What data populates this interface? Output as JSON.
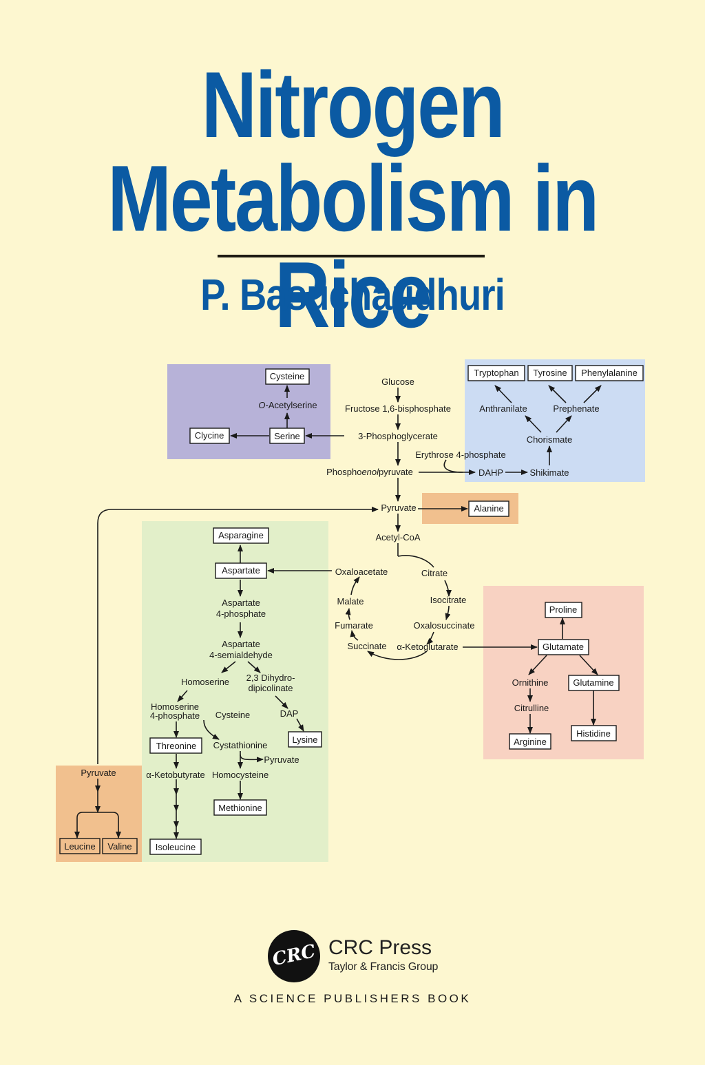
{
  "cover": {
    "title_line1": "Nitrogen",
    "title_line2": "Metabolism in Rice",
    "author": "P. Basuchaudhuri",
    "colors": {
      "title": "#0b5aa3",
      "background": "#fdf7d0"
    }
  },
  "pathway": {
    "glucose": "Glucose",
    "f16bp": "Fructose 1,6-bisphosphate",
    "pga": "3-Phosphoglycerate",
    "serine": "Serine",
    "glycine": "Clycine",
    "oacetylserine_italic": "O",
    "oacetylserine_rest": "-Acetylserine",
    "cysteine_top": "Cysteine",
    "pep_a": "Phospho",
    "pep_b": "enol",
    "pep_c": "pyruvate",
    "erythrose": "Erythrose 4-phosphate",
    "dahp": "DAHP",
    "shikimate": "Shikimate",
    "chorismate": "Chorismate",
    "anthranilate": "Anthranilate",
    "prephenate": "Prephenate",
    "tryptophan": "Tryptophan",
    "tyrosine": "Tyrosine",
    "phenylalanine": "Phenylalanine",
    "pyruvate": "Pyruvate",
    "alanine": "Alanine",
    "acetylcoa": "Acetyl-CoA",
    "oxaloacetate": "Oxaloacetate",
    "citrate": "Citrate",
    "isocitrate": "Isocitrate",
    "oxalosuccinate": "Oxalosuccinate",
    "akg": "α-Ketoglutarate",
    "succinate": "Succinate",
    "fumarate": "Fumarate",
    "malate": "Malate",
    "glutamate": "Glutamate",
    "proline": "Proline",
    "ornithine": "Ornithine",
    "citrulline": "Citrulline",
    "arginine": "Arginine",
    "glutamine": "Glutamine",
    "histidine": "Histidine",
    "aspartate": "Aspartate",
    "asparagine": "Asparagine",
    "asp4p_1": "Aspartate",
    "asp4p_2": "4-phosphate",
    "asa_1": "Aspartate",
    "asa_2": "4-semialdehyde",
    "homoserine": "Homoserine",
    "dhdp_1": "2,3 Dihydro-",
    "dhdp_2": "dipicolinate",
    "hsp_1": "Homoserine",
    "hsp_2": "4-phosphate",
    "cysteine_mid": "Cysteine",
    "dap": "DAP",
    "lysine": "Lysine",
    "threonine": "Threonine",
    "cystathionine": "Cystathionine",
    "pyruvate_small": "Pyruvate",
    "akb": "α-Ketobutyrate",
    "homocysteine": "Homocysteine",
    "methionine": "Methionine",
    "isoleucine": "Isoleucine",
    "pyruvate_left": "Pyruvate",
    "leucine": "Leucine",
    "valine": "Valine",
    "colors": {
      "serine_family": "#b7b2d8",
      "aromatic_family": "#ccdcf3",
      "pyruvate_family": "#f1c08e",
      "aspartate_family": "#e2efc9",
      "glutamate_family": "#f8d2c2"
    }
  },
  "publisher": {
    "logo_text": "CRC",
    "name": "CRC Press",
    "group": "Taylor & Francis Group",
    "series": "A SCIENCE PUBLISHERS BOOK"
  }
}
